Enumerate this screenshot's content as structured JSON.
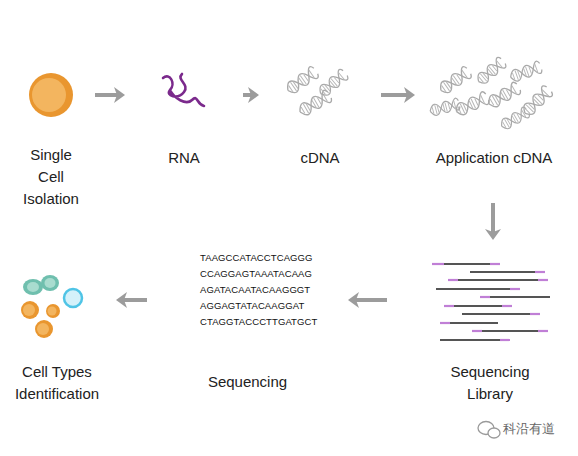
{
  "diagram": {
    "nodes": [
      {
        "text": [
          "Single Cell Isolation"
        ]
      },
      {
        "text": [
          "RNA"
        ]
      },
      {
        "text": [
          "cDNA"
        ]
      },
      {
        "text": [
          "Application cDNA"
        ]
      },
      {
        "text": [
          "Sequencing Library"
        ]
      },
      {
        "text": [
          "Sequencing"
        ]
      },
      {
        "text": [
          "Cell Types Identification"
        ]
      }
    ],
    "edges": [
      {
        "from": 0,
        "to": 1,
        "arrow": "to"
      },
      {
        "from": 1,
        "to": 2,
        "arrow": "to"
      },
      {
        "from": 2,
        "to": 3,
        "arrow": "to"
      },
      {
        "from": 3,
        "to": 4,
        "arrow": "to"
      },
      {
        "from": 4,
        "to": 5,
        "arrow": "to"
      },
      {
        "from": 5,
        "to": 6,
        "arrow": "to"
      }
    ],
    "labels": [
      "TAAGCCATACCTCAGGG",
      "CCAGGAGTAAATACAAG",
      "AGATACAATACAAGGGT",
      "AGGAGTATACAAGGAT",
      "CTAGGTACCCTTGATGCT",
      "科沿有道"
    ]
  }
}
